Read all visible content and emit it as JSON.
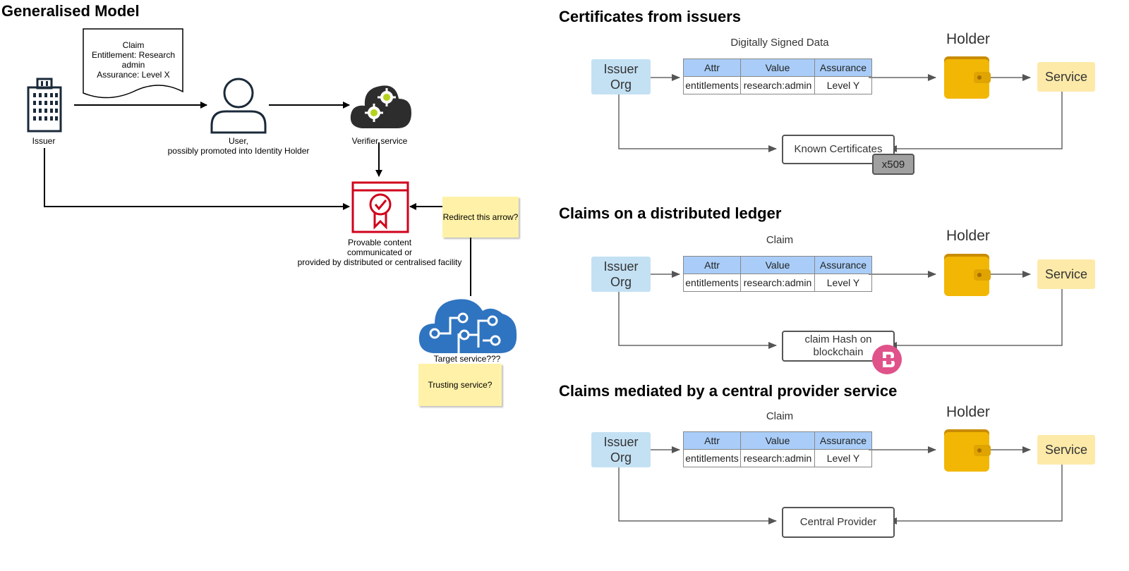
{
  "left": {
    "title": "Generalised Model",
    "claim_note": [
      "Claim",
      "Entitlement: Research",
      "admin",
      "Assurance: Level X"
    ],
    "issuer_label": "Issuer",
    "user_label_1": "User,",
    "user_label_2": "possibly promoted into Identity Holder",
    "verifier_label": "Verifier service",
    "provable_label": [
      "Provable content",
      "communicated or",
      "provided by distributed or centralised facility"
    ],
    "sticky_redirect": "Redirect this arrow?",
    "target_label": "Target service???",
    "sticky_trusting": "Trusting service?"
  },
  "table": {
    "headers": [
      "Attr",
      "Value",
      "Assurance"
    ],
    "row": [
      "entitlements",
      "research:admin",
      "Level Y"
    ]
  },
  "sections": [
    {
      "title": "Certificates from issuers",
      "caption": "Digitally Signed Data",
      "issuer_line1": "Issuer",
      "issuer_line2": "Org",
      "holder": "Holder",
      "service": "Service",
      "box": "Known Certificates",
      "badge": "x509"
    },
    {
      "title": "Claims on a distributed ledger",
      "caption": "Claim",
      "issuer_line1": "Issuer",
      "issuer_line2": "Org",
      "holder": "Holder",
      "service": "Service",
      "box_line1": "claim Hash on",
      "box_line2": "blockchain",
      "badge_icon": "blockchain-b-icon"
    },
    {
      "title": "Claims mediated by a central provider service",
      "caption": "Claim",
      "issuer_line1": "Issuer",
      "issuer_line2": "Org",
      "holder": "Holder",
      "service": "Service",
      "box": "Central Provider"
    }
  ],
  "colors": {
    "issuer_fill": "#c4e1f4",
    "service_fill": "#fdeaa9",
    "table_header": "#a9cdf8",
    "wallet": "#f2b705",
    "certificate_red": "#d0021b",
    "cloud_blue": "#2f74c0",
    "blockchain_pink": "#e0528a",
    "sticky": "#fff2a8"
  }
}
